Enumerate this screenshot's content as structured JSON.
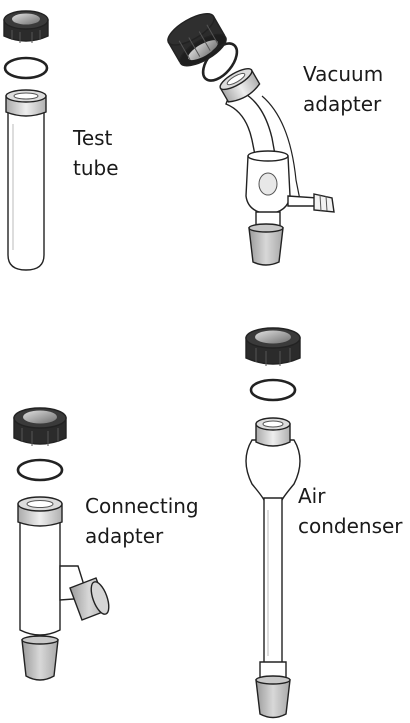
{
  "labels": {
    "test_tube": [
      "Test",
      "tube"
    ],
    "vacuum_adapter": [
      "Vacuum",
      "adapter"
    ],
    "connecting_adapter": [
      "Connecting",
      "adapter"
    ],
    "air_condenser": [
      "Air",
      "condenser"
    ]
  },
  "colors": {
    "cap_dark": "#2b2b2b",
    "cap_top": "#888888",
    "glass_fill": "#ffffff",
    "outline": "#222222",
    "stopper_fill": "#bdbdbd",
    "neck_fill": "#cfcfcf"
  }
}
